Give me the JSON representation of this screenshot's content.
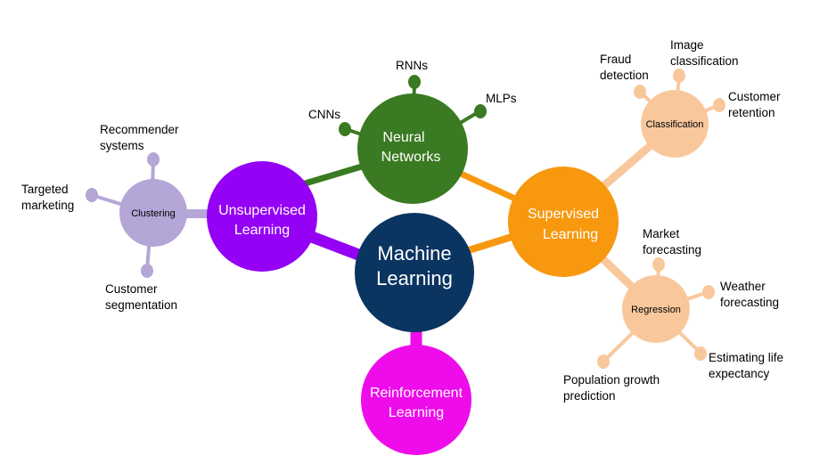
{
  "colors": {
    "machine_learning": "#0b3561",
    "neural_networks": "#3a7a22",
    "supervised": "#f7980f",
    "supervised_sub": "#f8c89c",
    "unsupervised": "#9401f5",
    "unsupervised_sub": "#b4a6d6",
    "reinforcement": "#ee0ceb"
  },
  "nodes": {
    "machine_learning": {
      "line1": "Machine",
      "line2": "Learning"
    },
    "neural_networks": {
      "line1": "Neural",
      "line2": "Networks"
    },
    "supervised": {
      "line1": "Supervised",
      "line2": "Learning"
    },
    "unsupervised": {
      "line1": "Unsupervised",
      "line2": "Learning"
    },
    "reinforcement": {
      "line1": "Reinforcement",
      "line2": "Learning"
    },
    "classification": {
      "label": "Classification"
    },
    "regression": {
      "label": "Regression"
    },
    "clustering": {
      "label": "Clustering"
    }
  },
  "leaves": {
    "cnns": "CNNs",
    "rnns": "RNNs",
    "mlps": "MLPs",
    "fraud_detection": {
      "line1": "Fraud",
      "line2": "detection"
    },
    "image_classification": {
      "line1": "Image",
      "line2": "classification"
    },
    "customer_retention": {
      "line1": "Customer",
      "line2": "retention"
    },
    "market_forecasting": {
      "line1": "Market",
      "line2": "forecasting"
    },
    "weather_forecasting": {
      "line1": "Weather",
      "line2": "forecasting"
    },
    "estimating_life_expectancy": {
      "line1": "Estimating life",
      "line2": "expectancy"
    },
    "population_growth_prediction": {
      "line1": "Population growth",
      "line2": "prediction"
    },
    "recommender_systems": {
      "line1": "Recommender",
      "line2": "systems"
    },
    "targeted_marketing": {
      "line1": "Targeted",
      "line2": "marketing"
    },
    "customer_segmentation": {
      "line1": "Customer",
      "line2": "segmentation"
    }
  }
}
